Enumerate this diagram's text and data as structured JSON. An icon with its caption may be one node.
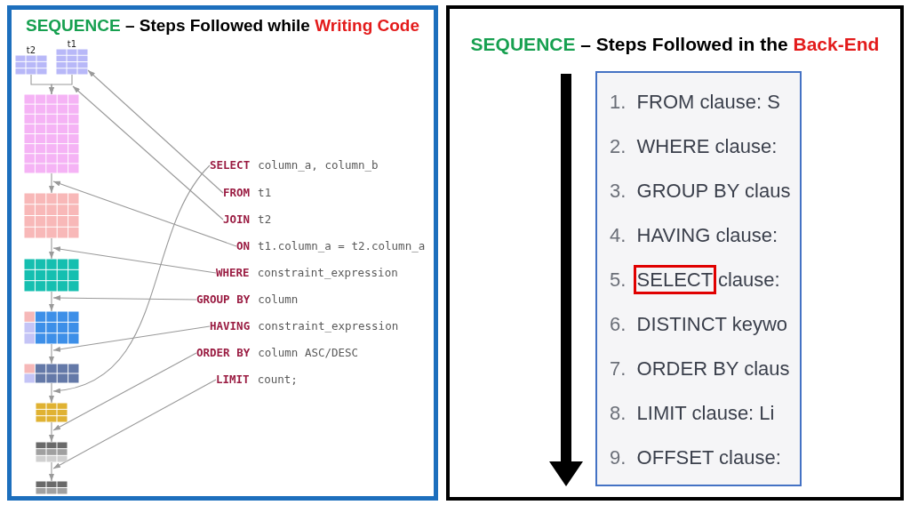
{
  "diagram": {
    "nodes": [
      {
        "text": [
          "SEQUENCE – Steps Followed while Writing Code"
        ]
      },
      {
        "text": [
          "t2"
        ],
        "in": 0
      },
      {
        "text": [
          "t1"
        ],
        "in": 0
      },
      {
        "text": [],
        "shape": "table",
        "in": 0
      },
      {
        "text": [],
        "shape": "table",
        "in": 0
      },
      {
        "text": [],
        "shape": "table",
        "in": 0
      },
      {
        "text": [],
        "shape": "table",
        "in": 0
      },
      {
        "text": [],
        "shape": "table",
        "in": 0
      },
      {
        "text": [],
        "shape": "table",
        "in": 0
      },
      {
        "text": [],
        "shape": "table",
        "in": 0
      },
      {
        "text": [],
        "shape": "table",
        "in": 0
      },
      {
        "text": [
          "SELECT",
          "column_a, column_b"
        ],
        "in": 0
      },
      {
        "text": [
          "FROM",
          "t1"
        ],
        "in": 0
      },
      {
        "text": [
          "JOIN",
          "t2"
        ],
        "in": 0
      },
      {
        "text": [
          "ON",
          "t1.column_a = t2.column_a"
        ],
        "in": 0
      },
      {
        "text": [
          "WHERE",
          "constraint_expression"
        ],
        "in": 0
      },
      {
        "text": [
          "GROUP BY",
          "column"
        ],
        "in": 0
      },
      {
        "text": [
          "HAVING",
          "constraint_expression"
        ],
        "in": 0
      },
      {
        "text": [
          "ORDER BY",
          "column ASC/DESC"
        ],
        "in": 0
      },
      {
        "text": [
          "LIMIT",
          "count;"
        ],
        "in": 0
      },
      {
        "text": [
          "SEQUENCE – Steps Followed in the Back-End"
        ]
      },
      {
        "text": [
          "1. FROM clause: S",
          "2. WHERE clause:",
          "3. GROUP BY claus",
          "4. HAVING clause:",
          "5. SELECT clause:",
          "6. DISTINCT keywo",
          "7. ORDER BY claus",
          "8. LIMIT clause: Li",
          "9. OFFSET clause:"
        ],
        "in": 20
      }
    ],
    "edges": [
      {
        "from": 1,
        "to": 3,
        "arrow": "to"
      },
      {
        "from": 2,
        "to": 3,
        "arrow": "to"
      },
      {
        "from": 3,
        "to": 4,
        "arrow": "to"
      },
      {
        "from": 4,
        "to": 5,
        "arrow": "to"
      },
      {
        "from": 5,
        "to": 6,
        "arrow": "to"
      },
      {
        "from": 6,
        "to": 7,
        "arrow": "to"
      },
      {
        "from": 7,
        "to": 8,
        "arrow": "to"
      },
      {
        "from": 8,
        "to": 9,
        "arrow": "to"
      },
      {
        "from": 9,
        "to": 10,
        "arrow": "to"
      },
      {
        "from": 12,
        "to": 2,
        "arrow": "to"
      },
      {
        "from": 13,
        "to": 2,
        "arrow": "to"
      },
      {
        "from": 14,
        "to": 4,
        "arrow": "to"
      },
      {
        "from": 15,
        "to": 5,
        "arrow": "to"
      },
      {
        "from": 16,
        "to": 5,
        "arrow": "to"
      },
      {
        "from": 17,
        "to": 7,
        "arrow": "to"
      },
      {
        "from": 11,
        "to": 8,
        "arrow": "to"
      },
      {
        "from": 18,
        "to": 8,
        "arrow": "to"
      },
      {
        "from": 19,
        "to": 10,
        "arrow": "to"
      }
    ]
  }
}
